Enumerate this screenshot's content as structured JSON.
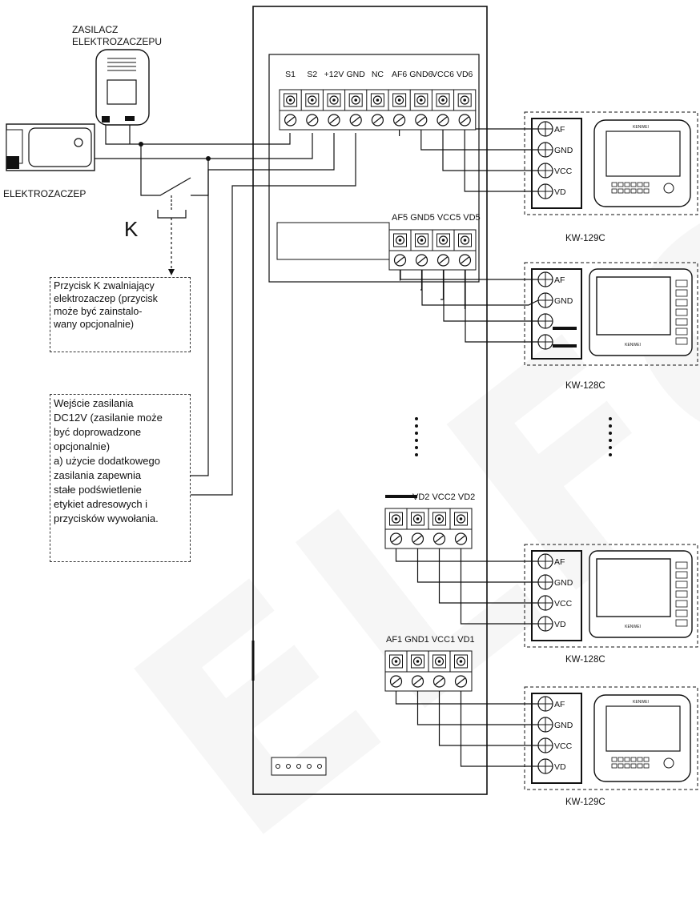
{
  "lock_psu_label": [
    "ZASILACZ",
    "ELEKTROZACZEPU"
  ],
  "lock_label": "ELEKTROZACZEP",
  "button_label": "K",
  "top_terminals": [
    "S1",
    "S2",
    "+12V",
    "GND",
    "NC",
    "AF6",
    "GND6",
    "VCC6",
    "VD6"
  ],
  "group5_labels": "AF5 GND5 VCC5 VD5",
  "group2_labels": "VD2 VCC2 VD2",
  "group1_labels": "AF1 GND1 VCC1 VD1",
  "monitor_terminals": [
    "AF",
    "GND",
    "VCC",
    "VD"
  ],
  "monitor_brand": "KENWEI",
  "models": [
    "KW-129C",
    "KW-128C",
    "KW-128C",
    "KW-129C"
  ],
  "note_button": [
    "Przycisk K zwalniający",
    "elektrozaczep (przycisk",
    "może być zainstalo-",
    "wany opcjonalnie)"
  ],
  "note_power": [
    "Wejście zasilania",
    "DC12V (zasilanie może",
    "być doprowadzone",
    "opcjonalnie)",
    "a) użycie dodatkowego",
    "zasilania zapewnia",
    "stałe podświetlenie",
    "etykiet adresowych i",
    "przycisków wywołania."
  ],
  "watermark": "ELFON"
}
